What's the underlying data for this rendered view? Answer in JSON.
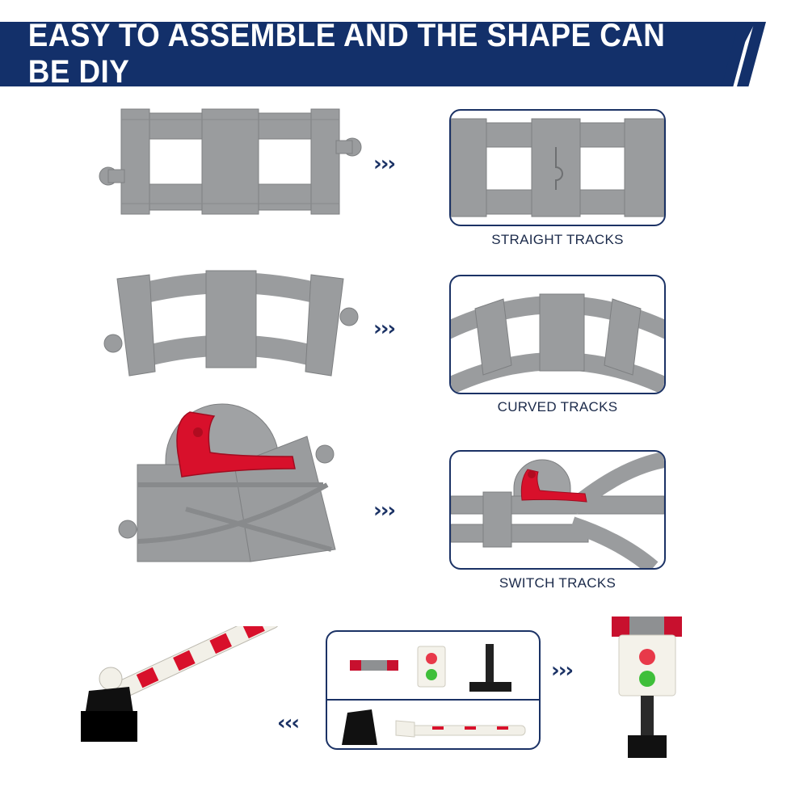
{
  "banner": {
    "title": "EASY TO ASSEMBLE AND THE SHAPE CAN BE DIY"
  },
  "sections": [
    {
      "caption": "STRAIGHT TRACKS",
      "arrow": "›››"
    },
    {
      "caption": "CURVED TRACKS",
      "arrow": "›››"
    },
    {
      "caption": "SWITCH TRACKS",
      "arrow": "›››"
    }
  ],
  "crossing": {
    "arrow_right": "›››",
    "arrow_left": "‹‹‹"
  },
  "colors": {
    "navy": "#13306a",
    "track_gray": "#9a9c9e",
    "switch_red": "#d8102b",
    "signal_red": "#e8394a",
    "signal_green": "#3fbf3a"
  }
}
